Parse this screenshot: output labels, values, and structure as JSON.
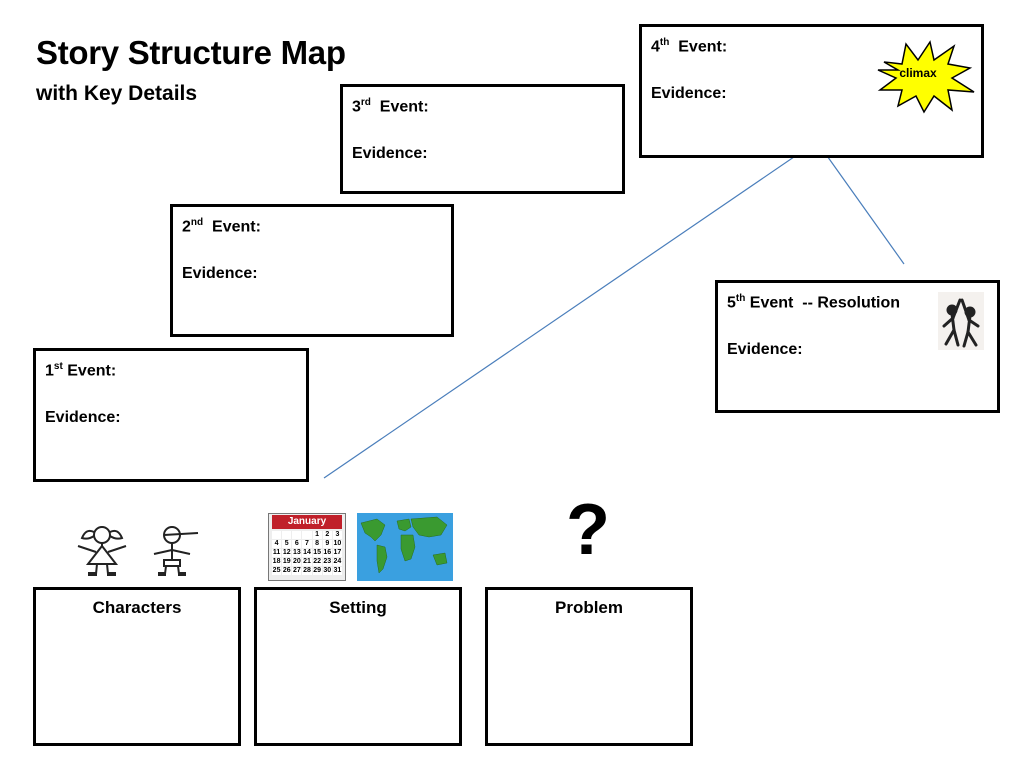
{
  "title": "Story Structure Map",
  "subtitle": "with Key Details",
  "events": [
    {
      "num": "1",
      "suffix": "st",
      "label": " Event:",
      "evidence": "Evidence:"
    },
    {
      "num": "2",
      "suffix": "nd",
      "label": "  Event:",
      "evidence": "Evidence:"
    },
    {
      "num": "3",
      "suffix": "rd",
      "label": "  Event:",
      "evidence": "Evidence:"
    },
    {
      "num": "4",
      "suffix": "th",
      "label": "  Event:",
      "evidence": "Evidence:"
    },
    {
      "num": "5",
      "suffix": "th",
      "label": " Event  -- Resolution",
      "evidence": "Evidence:"
    }
  ],
  "climax_label": "climax",
  "calendar": {
    "month": "January",
    "rows": [
      [
        "",
        "",
        "",
        "",
        "1",
        "2",
        "3"
      ],
      [
        "4",
        "5",
        "6",
        "7",
        "8",
        "9",
        "10"
      ],
      [
        "11",
        "12",
        "13",
        "14",
        "15",
        "16",
        "17"
      ],
      [
        "18",
        "19",
        "20",
        "21",
        "22",
        "23",
        "24"
      ],
      [
        "25",
        "26",
        "27",
        "28",
        "29",
        "30",
        "31"
      ]
    ]
  },
  "question_mark": "?",
  "details": {
    "characters": "Characters",
    "setting": "Setting",
    "problem": "Problem"
  },
  "colors": {
    "line": "#4a7ebb",
    "burst": "#ffff00",
    "calendar_header": "#c0202a",
    "ocean": "#3aa0e0",
    "land": "#3a9a30"
  },
  "icons": [
    "girl-stick-figure-icon",
    "boy-stick-figure-icon",
    "calendar-icon",
    "world-map-icon",
    "climax-burst-icon",
    "dancing-figures-icon"
  ]
}
